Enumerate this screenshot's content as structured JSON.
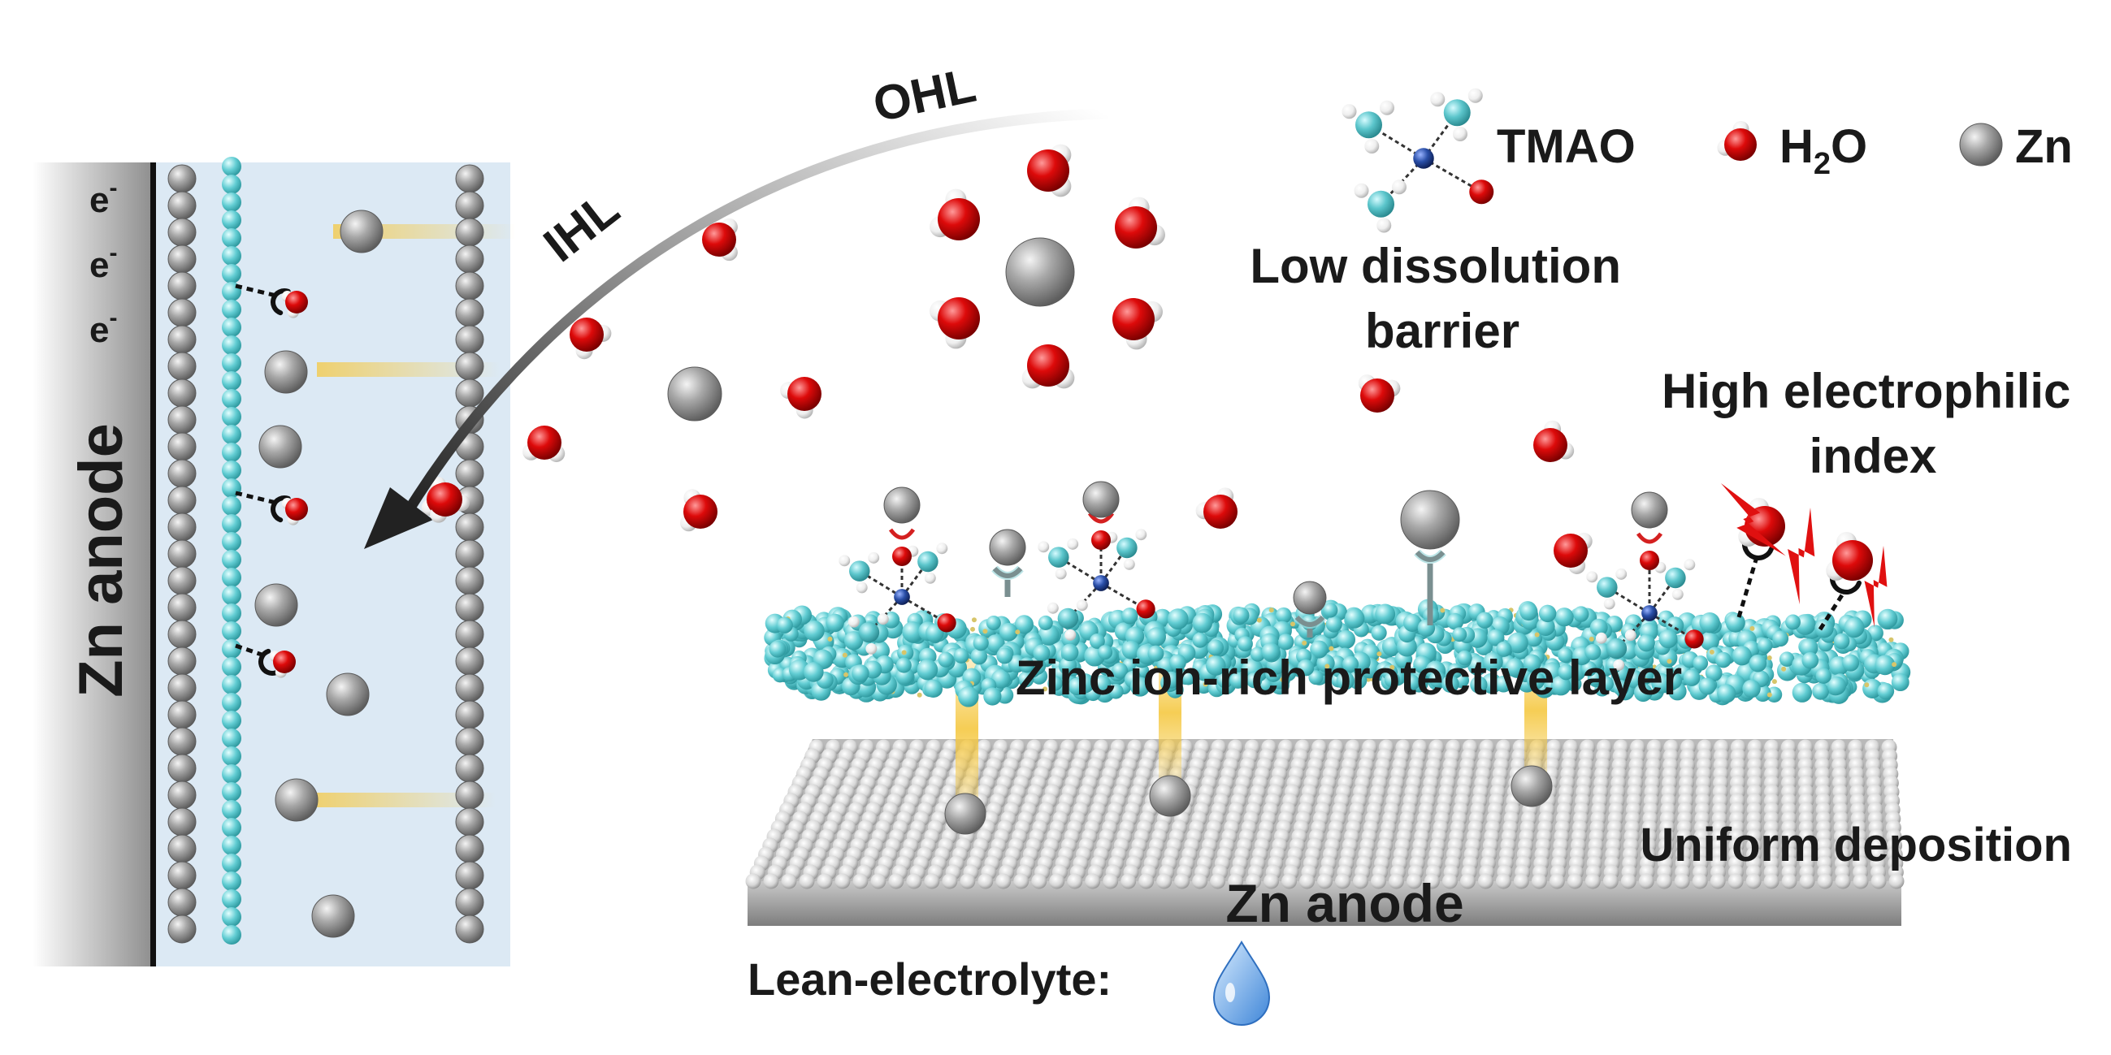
{
  "labels": {
    "arrow_outer": "OHL",
    "arrow_inner": "IHL",
    "left_anode": "Zn anode",
    "electron": "e",
    "electron_sup": "-",
    "legend_tmao": "TMAO",
    "legend_h2o_h": "H",
    "legend_h2o_sub": "2",
    "legend_h2o_o": "O",
    "legend_zn": "Zn",
    "low_dissolution_1": "Low dissolution",
    "low_dissolution_2": "barrier",
    "electrophilic_1": "High electrophilic",
    "electrophilic_2": "index",
    "protective_layer": "Zinc ion-rich protective layer",
    "uniform": "Uniform deposition",
    "right_anode": "Zn anode",
    "lean": "Lean-electrolyte:"
  },
  "icons": [
    "tmao-molecule-icon",
    "water-molecule-icon",
    "zinc-ion-icon",
    "electrolyte-droplet-icon",
    "lightning-icon"
  ],
  "colors": {
    "zinc": "#9a9a9a",
    "oxygen": "#d40000",
    "hydrogen": "#f2f2f2",
    "carbon": "#5cc6cc",
    "nitrogen": "#2a4fa8",
    "layer": "#62cdd3",
    "glow": "#f5c842",
    "electrolyte": "#dbe8f3",
    "arrow": "#2a2a2a",
    "bolt": "#e01010"
  }
}
